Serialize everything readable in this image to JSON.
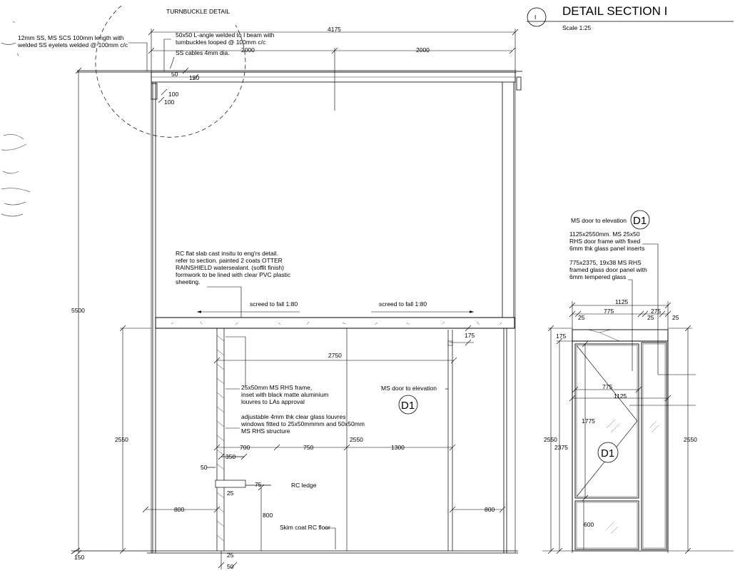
{
  "header": {
    "title": "DETAIL SECTION I",
    "scale": "Scale 1:25",
    "section_marker": "I"
  },
  "turnbuckle": {
    "title": "TURNBUCKLE DETAIL"
  },
  "notes": {
    "ss_scs": [
      "12mm SS, MS SCS 100mm length with",
      "welded SS eyelets welded @ 100mm c/c"
    ],
    "l_angle": [
      "50x50 L-angle welded to I beam with",
      "turnbuckles looped @ 100mm c/c"
    ],
    "ss_cables": "SS cables 4mm dia.",
    "rc_slab": [
      "RC flat slab cast insitu to eng'rs detail.",
      "refer to section. painted 2 coats OTTER",
      "RAINSHIELD watersealant. (soffit finish)",
      "formwork to be lined with clear PVC plastic",
      "sheeting."
    ],
    "screed_left": "screed to fall 1:80",
    "screed_right": "screed to fall 1:80",
    "rhs_frame": [
      "25x50mm MS RHS frame,",
      "inset with black matte aluminium",
      "louvres to LAs approval"
    ],
    "glass_louvres": [
      "adjustable 4mm thk clear glass louvres",
      "windows fitted to 25x50mmmm and 50x50mm",
      "MS RHS structure"
    ],
    "ms_door_section": "MS door to elevation",
    "rc_ledge": "RC ledge",
    "skim_coat": "Skim coat RC floor",
    "ms_door_elev": "MS door to elevation",
    "door_frame": [
      "1125x2550mm. MS 25x50",
      "RHS  door frame with fixed",
      "6mm thk glass panel inserts"
    ],
    "door_panel": [
      "775x2375, 19x38 MS RHS",
      "framed glass door panel with",
      "6mm tempered glass"
    ]
  },
  "tags": {
    "d1_section": "D1",
    "d1_elev_label": "D1",
    "d1_elev_door": "D1"
  },
  "dims": {
    "overall_4175": "4175",
    "d_2000a": "2000",
    "d_2000b": "2000",
    "d_50": "50",
    "d_150": "150",
    "d_100a": "100",
    "d_100b": "100",
    "d_5500": "5500",
    "d_2750": "2750",
    "d_175": "175",
    "d_2550_left": "2550",
    "d_2550_mid": "2550",
    "d_700": "700",
    "d_750": "750",
    "d_1300": "1300",
    "d_350": "350",
    "d_50_ledge": "50",
    "d_75": "75",
    "d_25_ledge": "25",
    "d_800_left": "800",
    "d_800_mid": "800",
    "d_800_right": "800",
    "d_25_bot": "25",
    "d_50_bot": "50",
    "d_150_bot": "150",
    "e_1125": "1125",
    "e_775": "775",
    "e_275": "275",
    "e_25a": "25",
    "e_25b": "25",
    "e_25c": "25",
    "e_175": "175",
    "e_775_in": "775",
    "e_1125_in": "1125",
    "e_1775": "1775",
    "e_600": "600",
    "e_2550_left": "2550",
    "e_2375": "2375",
    "e_2550_right": "2550"
  }
}
